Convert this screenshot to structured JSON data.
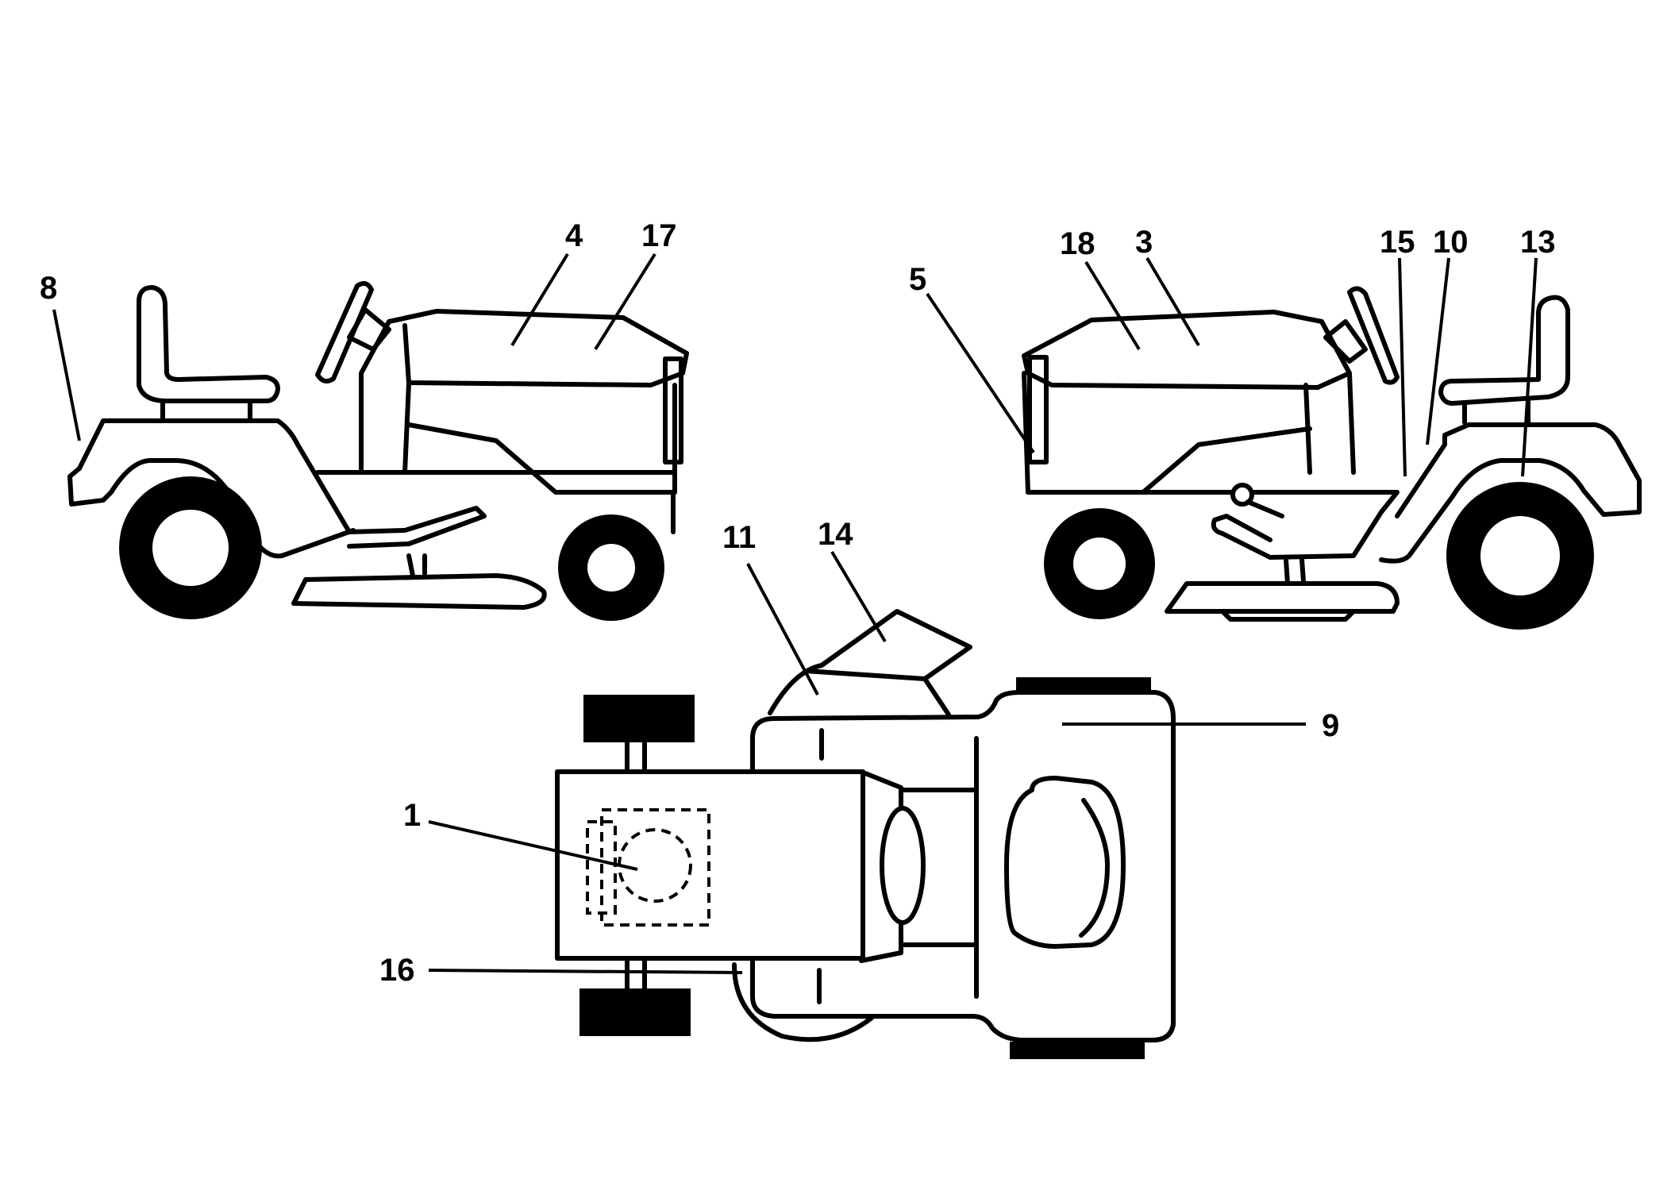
{
  "callouts": [
    {
      "id": "8",
      "label": "8"
    },
    {
      "id": "4",
      "label": "4"
    },
    {
      "id": "17",
      "label": "17"
    },
    {
      "id": "5",
      "label": "5"
    },
    {
      "id": "18",
      "label": "18"
    },
    {
      "id": "3",
      "label": "3"
    },
    {
      "id": "15",
      "label": "15"
    },
    {
      "id": "10",
      "label": "10"
    },
    {
      "id": "13",
      "label": "13"
    },
    {
      "id": "11",
      "label": "11"
    },
    {
      "id": "14",
      "label": "14"
    },
    {
      "id": "9",
      "label": "9"
    },
    {
      "id": "1",
      "label": "1"
    },
    {
      "id": "16",
      "label": "16"
    }
  ]
}
